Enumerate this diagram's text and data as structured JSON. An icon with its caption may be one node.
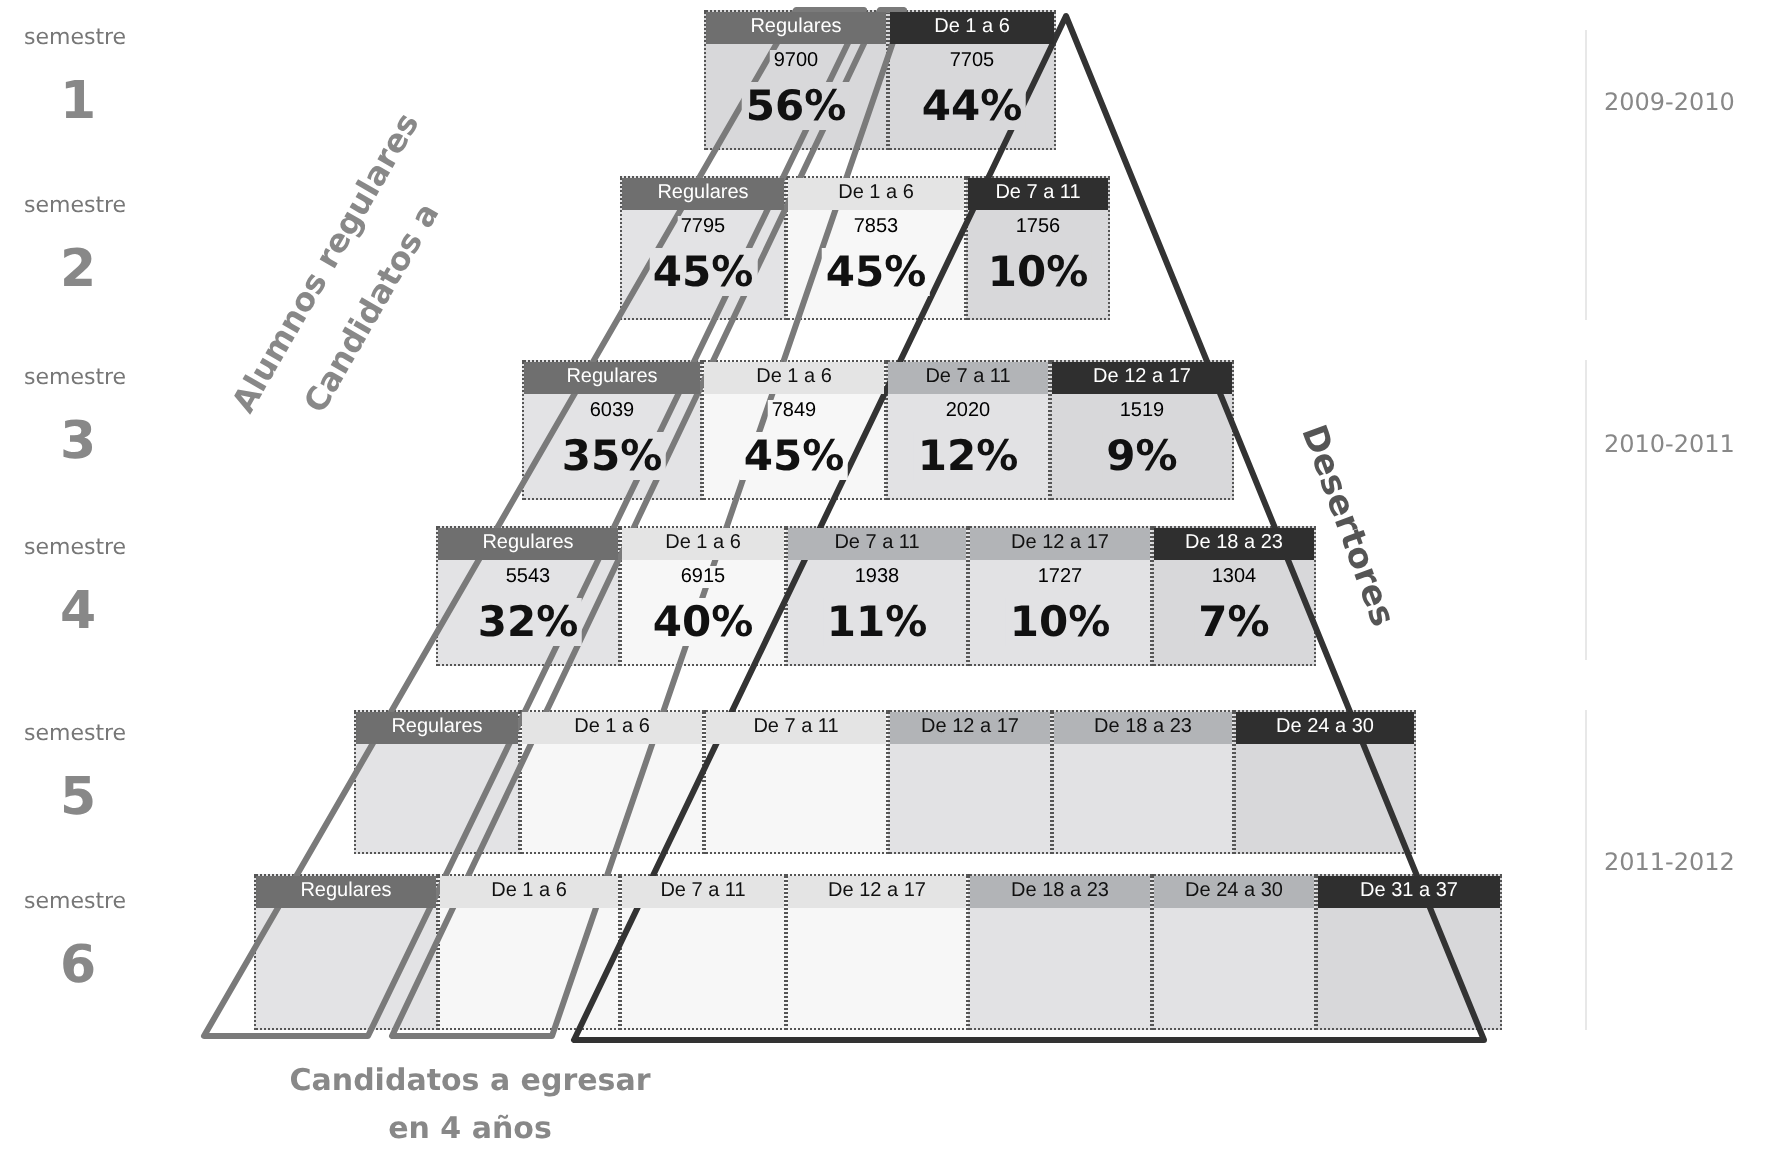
{
  "diagram": {
    "nodes": [
      {
        "text": [
          "Regulares",
          "9700",
          "56%"
        ]
      },
      {
        "text": [
          "De 1 a 6",
          "7705",
          "44%"
        ]
      },
      {
        "text": [
          "Regulares",
          "7795",
          "45%"
        ]
      },
      {
        "text": [
          "De 1 a 6",
          "7853",
          "45%"
        ]
      },
      {
        "text": [
          "De 7 a 11",
          "1756",
          "10%"
        ]
      },
      {
        "text": [
          "Regulares",
          "6039",
          "35%"
        ]
      },
      {
        "text": [
          "De 1 a 6",
          "7849",
          "45%"
        ]
      },
      {
        "text": [
          "De 7 a 11",
          "2020",
          "12%"
        ]
      },
      {
        "text": [
          "De 12 a 17",
          "1519",
          "9%"
        ]
      },
      {
        "text": [
          "Regulares",
          "5543",
          "32%"
        ]
      },
      {
        "text": [
          "De 1 a 6",
          "6915",
          "40%"
        ]
      },
      {
        "text": [
          "De 7 a 11",
          "1938",
          "11%"
        ]
      },
      {
        "text": [
          "De 12 a 17",
          "1727",
          "10%"
        ]
      },
      {
        "text": [
          "De 18 a 23",
          "1304",
          "7%"
        ]
      },
      {
        "text": [
          "Regulares"
        ]
      },
      {
        "text": [
          "De 1 a 6"
        ]
      },
      {
        "text": [
          "De 7 a 11"
        ]
      },
      {
        "text": [
          "De 12 a 17"
        ]
      },
      {
        "text": [
          "De 18 a 23"
        ]
      },
      {
        "text": [
          "De 24 a 30"
        ]
      },
      {
        "text": [
          "Regulares"
        ]
      },
      {
        "text": [
          "De 1 a 6"
        ]
      },
      {
        "text": [
          "De 7 a 11"
        ]
      },
      {
        "text": [
          "De 12 a 17"
        ]
      },
      {
        "text": [
          "De 18 a 23"
        ]
      },
      {
        "text": [
          "De 24 a 30"
        ]
      },
      {
        "text": [
          "De 31 a 37"
        ]
      }
    ],
    "labels": [
      "semestre",
      "1",
      "semestre",
      "2",
      "semestre",
      "3",
      "semestre",
      "4",
      "semestre",
      "5",
      "semestre",
      "6",
      "2009-2010",
      "2010-2011",
      "2011-2012",
      "Alumnos regulares",
      "Candidatos a",
      "Desertores",
      "Candidatos a egresar en 4 años"
    ]
  }
}
